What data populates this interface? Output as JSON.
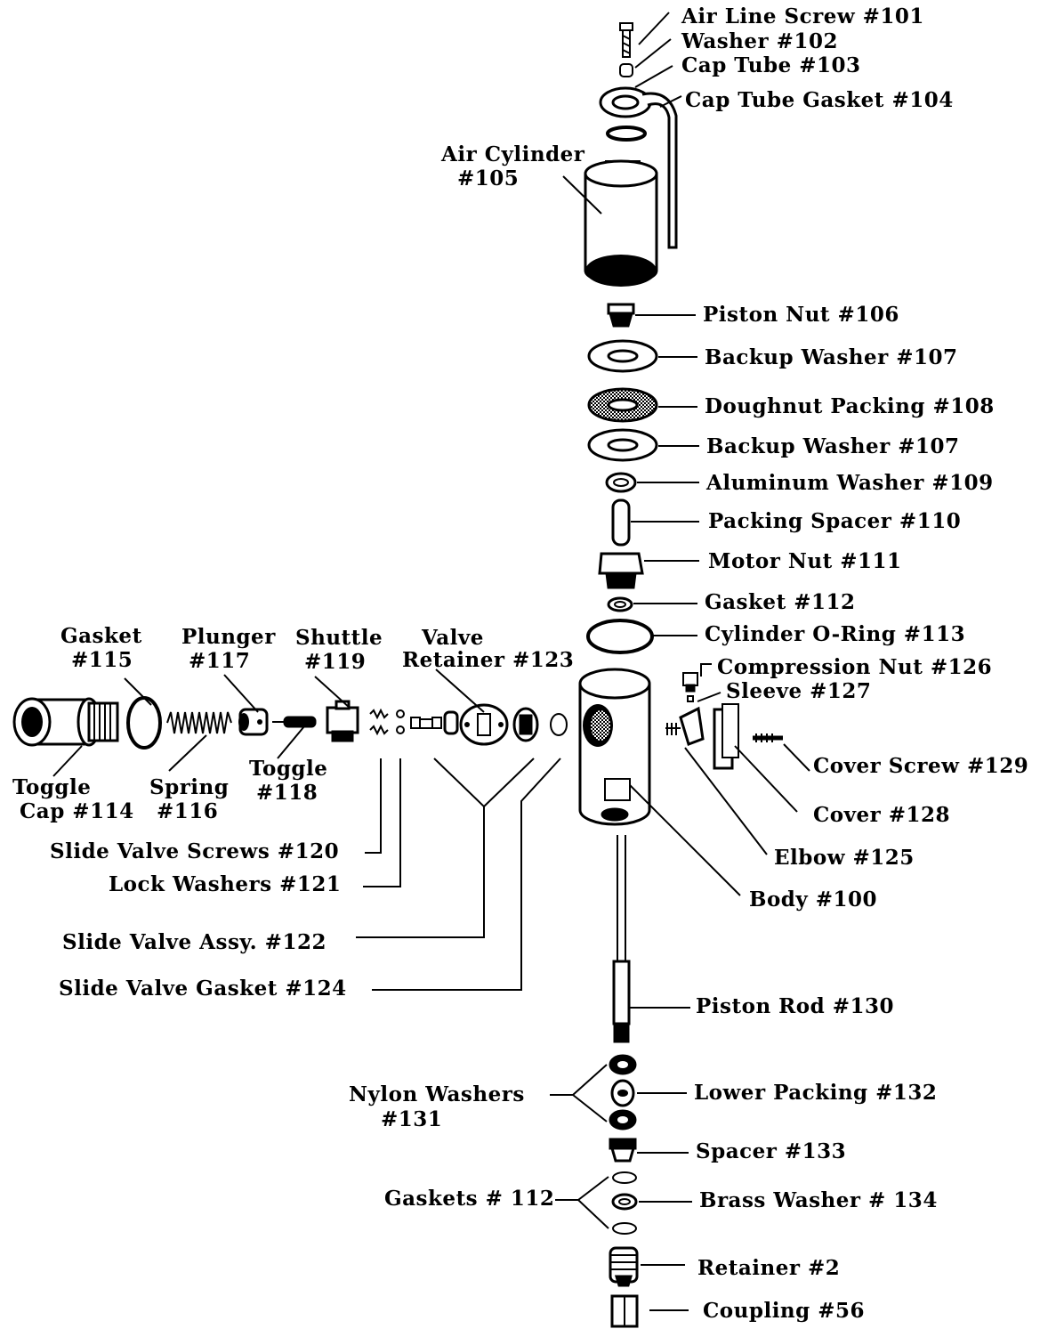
{
  "labels": {
    "l101": "Air Line Screw #101",
    "l102": "Washer #102",
    "l103": "Cap Tube #103",
    "l104": "Cap Tube Gasket #104",
    "l105a": "Air Cylinder",
    "l105b": "#105",
    "l106": "Piston Nut #106",
    "l107a": "Backup Washer #107",
    "l108": "Doughnut Packing #108",
    "l107b": "Backup Washer #107",
    "l109": "Aluminum Washer #109",
    "l110": "Packing Spacer #110",
    "l111": "Motor Nut #111",
    "l112": "Gasket #112",
    "l113": "Cylinder O-Ring #113",
    "l126": "Compression Nut  #126",
    "l127": "Sleeve #127",
    "l129": "Cover Screw #129",
    "l128": "Cover #128",
    "l125": "Elbow #125",
    "l100": "Body #100",
    "l115a": "Gasket",
    "l115b": "#115",
    "l117a": "Plunger",
    "l117b": "#117",
    "l119a": "Shuttle",
    "l119b": "#119",
    "l123a": "Valve",
    "l123b": "Retainer #123",
    "l114a": "Toggle",
    "l114b": "Cap #114",
    "l116a": "Spring",
    "l116b": "#116",
    "l118a": "Toggle",
    "l118b": "#118",
    "l120": "Slide Valve Screws #120",
    "l121": "Lock Washers #121",
    "l122": "Slide Valve Assy. #122",
    "l124": "Slide Valve Gasket #124",
    "l130": "Piston Rod #130",
    "l131a": "Nylon Washers",
    "l131b": "#131",
    "l132": "Lower Packing #132",
    "l133": "Spacer #133",
    "l112b": "Gaskets # 112",
    "l134": "Brass Washer # 134",
    "l2": "Retainer #2",
    "l56": "Coupling #56"
  }
}
